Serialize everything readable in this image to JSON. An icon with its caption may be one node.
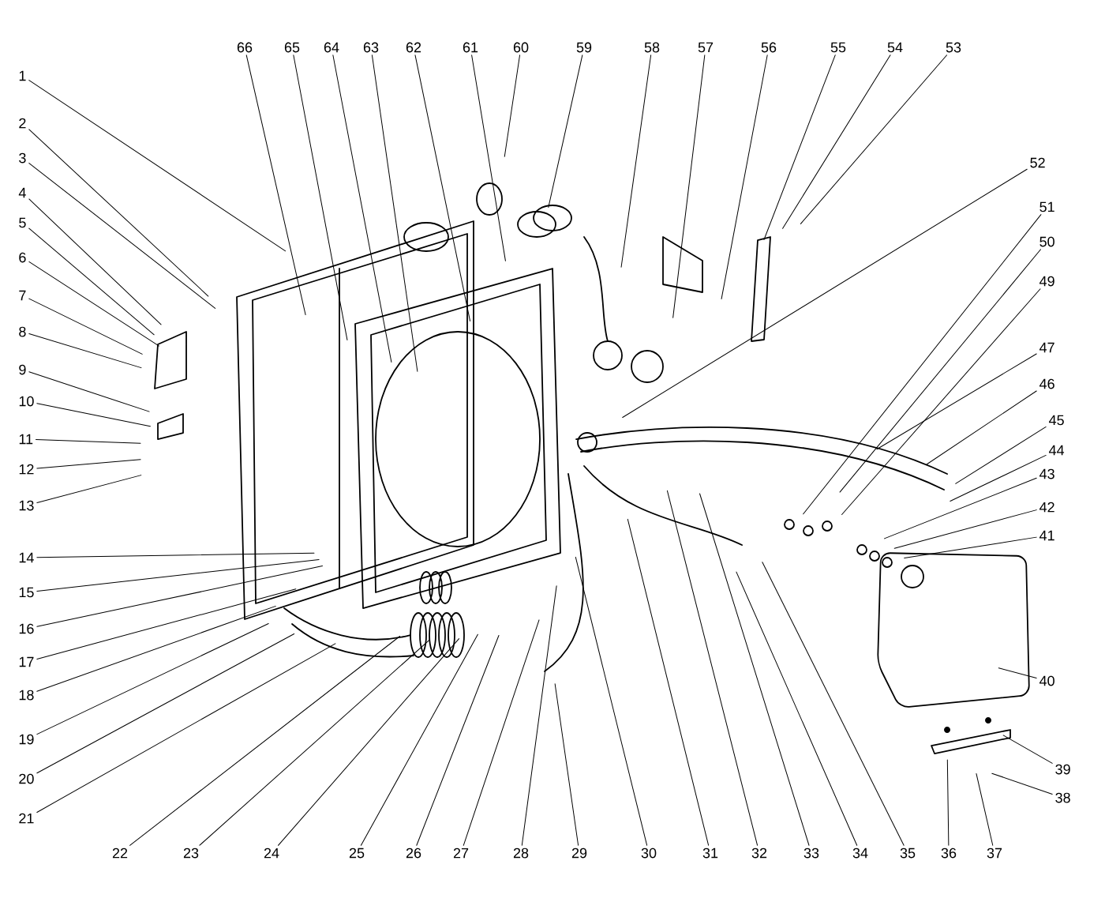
{
  "diagram": {
    "nodes": [
      {
        "text": [
          "1"
        ]
      },
      {
        "text": [
          "2"
        ]
      },
      {
        "text": [
          "3"
        ]
      },
      {
        "text": [
          "4"
        ]
      },
      {
        "text": [
          "5"
        ]
      },
      {
        "text": [
          "6"
        ]
      },
      {
        "text": [
          "7"
        ]
      },
      {
        "text": [
          "8"
        ]
      },
      {
        "text": [
          "9"
        ]
      },
      {
        "text": [
          "10"
        ]
      },
      {
        "text": [
          "11"
        ]
      },
      {
        "text": [
          "12"
        ]
      },
      {
        "text": [
          "13"
        ]
      },
      {
        "text": [
          "14"
        ]
      },
      {
        "text": [
          "15"
        ]
      },
      {
        "text": [
          "16"
        ]
      },
      {
        "text": [
          "17"
        ]
      },
      {
        "text": [
          "18"
        ]
      },
      {
        "text": [
          "19"
        ]
      },
      {
        "text": [
          "20"
        ]
      },
      {
        "text": [
          "21"
        ]
      },
      {
        "text": [
          "22"
        ]
      },
      {
        "text": [
          "23"
        ]
      },
      {
        "text": [
          "24"
        ]
      },
      {
        "text": [
          "25"
        ]
      },
      {
        "text": [
          "26"
        ]
      },
      {
        "text": [
          "27"
        ]
      },
      {
        "text": [
          "28"
        ]
      },
      {
        "text": [
          "29"
        ]
      },
      {
        "text": [
          "30"
        ]
      },
      {
        "text": [
          "31"
        ]
      },
      {
        "text": [
          "32"
        ]
      },
      {
        "text": [
          "33"
        ]
      },
      {
        "text": [
          "34"
        ]
      },
      {
        "text": [
          "35"
        ]
      },
      {
        "text": [
          "36"
        ]
      },
      {
        "text": [
          "37"
        ]
      },
      {
        "text": [
          "38"
        ]
      },
      {
        "text": [
          "39"
        ]
      },
      {
        "text": [
          "40"
        ]
      },
      {
        "text": [
          "41"
        ]
      },
      {
        "text": [
          "42"
        ]
      },
      {
        "text": [
          "43"
        ]
      },
      {
        "text": [
          "44"
        ]
      },
      {
        "text": [
          "45"
        ]
      },
      {
        "text": [
          "46"
        ]
      },
      {
        "text": [
          "47"
        ]
      },
      {
        "text": [
          "49"
        ]
      },
      {
        "text": [
          "50"
        ]
      },
      {
        "text": [
          "51"
        ]
      },
      {
        "text": [
          "52"
        ]
      },
      {
        "text": [
          "53"
        ]
      },
      {
        "text": [
          "54"
        ]
      },
      {
        "text": [
          "55"
        ]
      },
      {
        "text": [
          "56"
        ]
      },
      {
        "text": [
          "57"
        ]
      },
      {
        "text": [
          "58"
        ]
      },
      {
        "text": [
          "59"
        ]
      },
      {
        "text": [
          "60"
        ]
      },
      {
        "text": [
          "61"
        ]
      },
      {
        "text": [
          "62"
        ]
      },
      {
        "text": [
          "63"
        ]
      },
      {
        "text": [
          "64"
        ]
      },
      {
        "text": [
          "65"
        ]
      },
      {
        "text": [
          "66"
        ]
      }
    ],
    "edges": [
      {
        "from": 0,
        "to": null,
        "arrow": "none"
      },
      {
        "from": 1,
        "to": null,
        "arrow": "none"
      },
      {
        "from": 2,
        "to": null,
        "arrow": "none"
      },
      {
        "from": 3,
        "to": null,
        "arrow": "none"
      },
      {
        "from": 4,
        "to": null,
        "arrow": "none"
      },
      {
        "from": 5,
        "to": null,
        "arrow": "none"
      },
      {
        "from": 6,
        "to": null,
        "arrow": "none"
      },
      {
        "from": 7,
        "to": null,
        "arrow": "none"
      },
      {
        "from": 8,
        "to": null,
        "arrow": "none"
      },
      {
        "from": 9,
        "to": null,
        "arrow": "none"
      },
      {
        "from": 10,
        "to": null,
        "arrow": "none"
      },
      {
        "from": 11,
        "to": null,
        "arrow": "none"
      },
      {
        "from": 12,
        "to": null,
        "arrow": "none"
      },
      {
        "from": 13,
        "to": null,
        "arrow": "none"
      },
      {
        "from": 14,
        "to": null,
        "arrow": "none"
      },
      {
        "from": 15,
        "to": null,
        "arrow": "none"
      },
      {
        "from": 16,
        "to": null,
        "arrow": "none"
      },
      {
        "from": 17,
        "to": null,
        "arrow": "none"
      },
      {
        "from": 18,
        "to": null,
        "arrow": "none"
      },
      {
        "from": 19,
        "to": null,
        "arrow": "none"
      },
      {
        "from": 20,
        "to": null,
        "arrow": "none"
      },
      {
        "from": 21,
        "to": null,
        "arrow": "none"
      },
      {
        "from": 22,
        "to": null,
        "arrow": "none"
      },
      {
        "from": 23,
        "to": null,
        "arrow": "none"
      },
      {
        "from": 24,
        "to": null,
        "arrow": "none"
      },
      {
        "from": 25,
        "to": null,
        "arrow": "none"
      },
      {
        "from": 26,
        "to": null,
        "arrow": "none"
      },
      {
        "from": 27,
        "to": null,
        "arrow": "none"
      },
      {
        "from": 28,
        "to": null,
        "arrow": "none"
      },
      {
        "from": 29,
        "to": null,
        "arrow": "none"
      },
      {
        "from": 30,
        "to": null,
        "arrow": "none"
      },
      {
        "from": 31,
        "to": null,
        "arrow": "none"
      },
      {
        "from": 32,
        "to": null,
        "arrow": "none"
      },
      {
        "from": 33,
        "to": null,
        "arrow": "none"
      },
      {
        "from": 34,
        "to": null,
        "arrow": "none"
      },
      {
        "from": 35,
        "to": null,
        "arrow": "none"
      },
      {
        "from": 36,
        "to": null,
        "arrow": "none"
      },
      {
        "from": 37,
        "to": null,
        "arrow": "none"
      },
      {
        "from": 38,
        "to": null,
        "arrow": "none"
      },
      {
        "from": 39,
        "to": null,
        "arrow": "none"
      },
      {
        "from": 40,
        "to": null,
        "arrow": "none"
      },
      {
        "from": 41,
        "to": null,
        "arrow": "none"
      },
      {
        "from": 42,
        "to": null,
        "arrow": "none"
      },
      {
        "from": 43,
        "to": null,
        "arrow": "none"
      },
      {
        "from": 44,
        "to": null,
        "arrow": "none"
      },
      {
        "from": 45,
        "to": null,
        "arrow": "none"
      },
      {
        "from": 46,
        "to": null,
        "arrow": "none"
      },
      {
        "from": 47,
        "to": null,
        "arrow": "none"
      },
      {
        "from": 48,
        "to": null,
        "arrow": "none"
      },
      {
        "from": 49,
        "to": null,
        "arrow": "none"
      },
      {
        "from": 50,
        "to": null,
        "arrow": "none"
      },
      {
        "from": 51,
        "to": null,
        "arrow": "none"
      },
      {
        "from": 52,
        "to": null,
        "arrow": "none"
      },
      {
        "from": 53,
        "to": null,
        "arrow": "none"
      },
      {
        "from": 54,
        "to": null,
        "arrow": "none"
      },
      {
        "from": 55,
        "to": null,
        "arrow": "none"
      },
      {
        "from": 56,
        "to": null,
        "arrow": "none"
      },
      {
        "from": 57,
        "to": null,
        "arrow": "none"
      },
      {
        "from": 58,
        "to": null,
        "arrow": "none"
      },
      {
        "from": 59,
        "to": null,
        "arrow": "none"
      },
      {
        "from": 60,
        "to": null,
        "arrow": "none"
      },
      {
        "from": 61,
        "to": null,
        "arrow": "none"
      },
      {
        "from": 62,
        "to": null,
        "arrow": "none"
      },
      {
        "from": 63,
        "to": null,
        "arrow": "none"
      },
      {
        "from": 64,
        "to": null,
        "arrow": "none"
      }
    ]
  }
}
